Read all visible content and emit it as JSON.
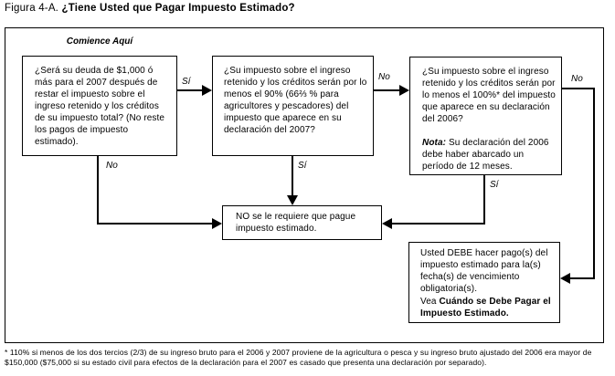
{
  "title": {
    "figure_number": "Figura 4-A.",
    "figure_title": "¿Tiene Usted que Pagar Impuesto Estimado?"
  },
  "flowchart": {
    "start_label": "Comience Aquí",
    "box_debt_question": "¿Será su deuda de $1,000 ó más para el 2007 después de restar el impuesto sobre el ingreso retenido y los créditos de su impuesto total? (No reste los pagos de impuesto estimado).",
    "box_90pct_question": "¿Su impuesto sobre el ingreso retenido y los créditos serán por lo menos el 90% (66⅔ % para agricultores y pescadores) del impuesto que aparece en su declaración del 2007?",
    "box_100pct_question": "¿Su impuesto sobre el ingreso retenido y los créditos serán por lo menos el 100%* del impuesto que aparece en su declaración del 2006?",
    "box_100pct_note_label": "Nota:",
    "box_100pct_note": "Su declaración del 2006 debe haber abarcado un período de 12 meses.",
    "result_not_required": "NO se le requiere que pague impuesto estimado.",
    "result_must_pay": "Usted DEBE hacer pago(s) del impuesto estimado para la(s) fecha(s) de vencimiento obligatoria(s).",
    "result_must_pay_see": "Vea",
    "result_must_pay_reference": "Cuándo se Debe Pagar el Impuesto Estimado.",
    "labels": {
      "yes1": "Sí",
      "no1": "No",
      "yes2": "Sí",
      "no2": "No",
      "yes3": "Sí",
      "no3": "No"
    }
  },
  "footnote": "* 110% si menos de los dos tercios (2/3) de su ingreso bruto para el 2006 y 2007 proviene de la agricultura o pesca y su ingreso bruto ajustado del 2006 era mayor de $150,000 ($75,000 si su estado civil para efectos de la declaración para el 2007 es casado que presenta una declaración por separado)."
}
